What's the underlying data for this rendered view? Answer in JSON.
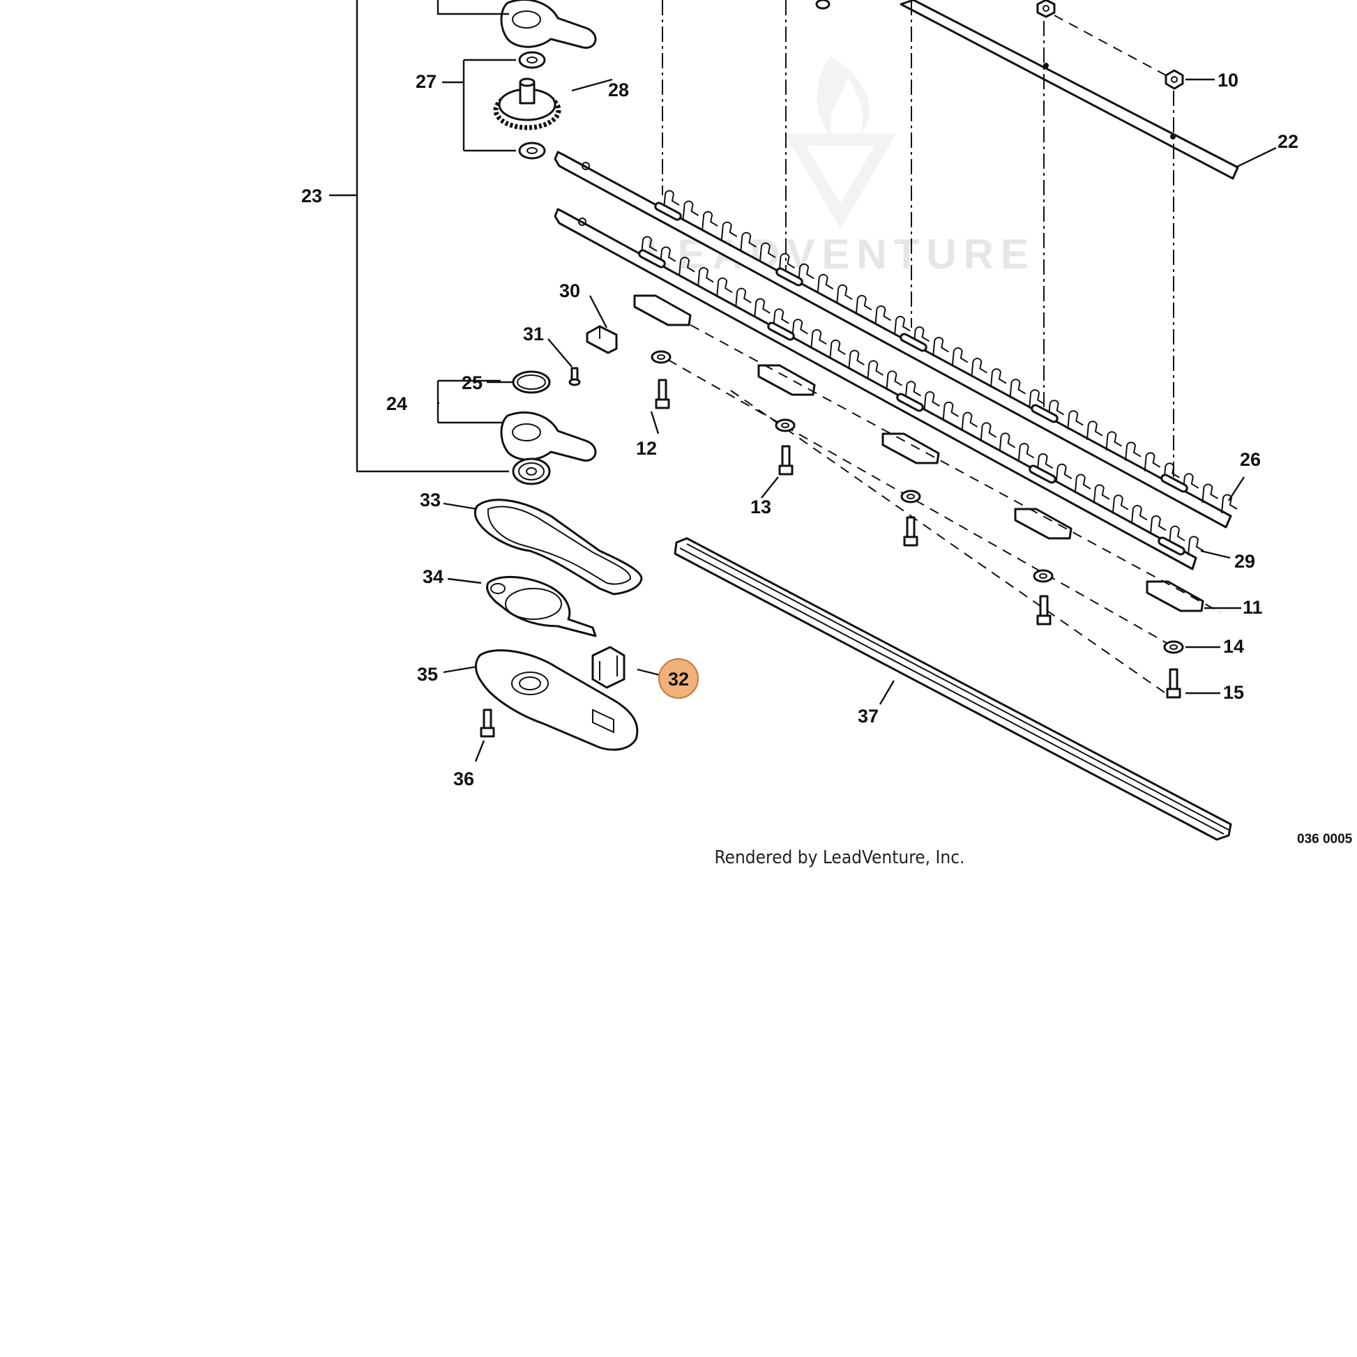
{
  "watermark": "LEADVENTURE",
  "credit": "Rendered by LeadVenture, Inc.",
  "figure_code": "036 0005",
  "highlighted_part": "32",
  "callouts": {
    "c10": "10",
    "c22": "22",
    "c27": "27",
    "c28": "28",
    "c23": "23",
    "c30": "30",
    "c31": "31",
    "c25": "25",
    "c24": "24",
    "c12": "12",
    "c13": "13",
    "c26": "26",
    "c29": "29",
    "c11": "11",
    "c14": "14",
    "c15": "15",
    "c33": "33",
    "c34": "34",
    "c35": "35",
    "c32": "32",
    "c36": "36",
    "c37": "37"
  }
}
